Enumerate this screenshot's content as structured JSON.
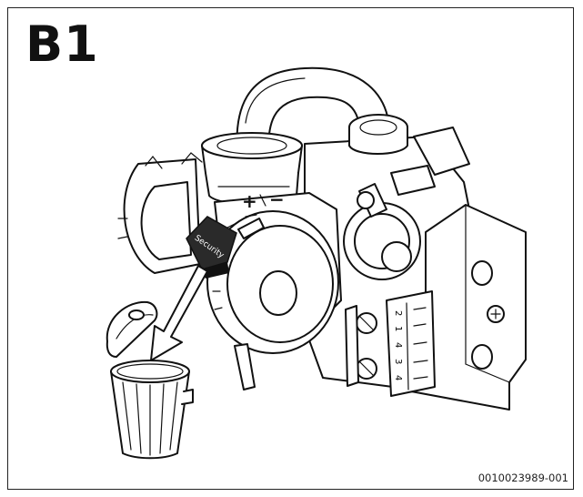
{
  "figure": {
    "step_label": "B1",
    "reference_code": "0010023989-001",
    "cap_text": "Security",
    "plus_sign": "+",
    "minus_sign": "−",
    "terminal_numbers": [
      "2",
      "1",
      "4",
      "3",
      "4"
    ],
    "icons": {
      "gas_valve": "gas-valve-icon",
      "arrow": "arrow-down-icon",
      "waste_bin": "waste-bin-icon"
    },
    "colors": {
      "line": "#111111",
      "background": "#ffffff",
      "cap_fill": "#2a2a2a"
    }
  }
}
